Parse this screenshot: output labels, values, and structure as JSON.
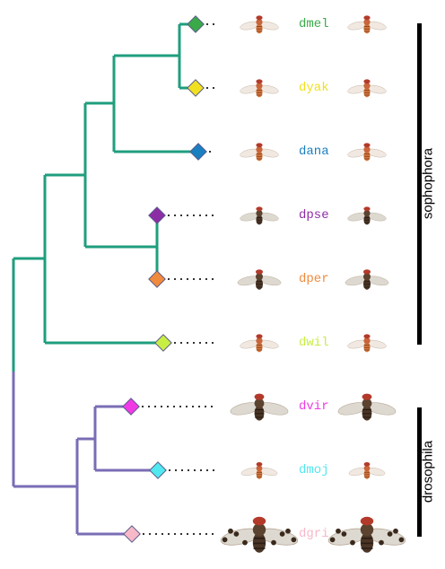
{
  "species": [
    {
      "code": "dmel",
      "color": "#3aaa48"
    },
    {
      "code": "dyak",
      "color": "#f0e020"
    },
    {
      "code": "dana",
      "color": "#1a7fc0"
    },
    {
      "code": "dpse",
      "color": "#8d2da6"
    },
    {
      "code": "dper",
      "color": "#f08a3c"
    },
    {
      "code": "dwil",
      "color": "#c8ee44"
    },
    {
      "code": "dvir",
      "color": "#f03ae6"
    },
    {
      "code": "dmoj",
      "color": "#52e8f0"
    },
    {
      "code": "dgri",
      "color": "#f7b8c8"
    }
  ],
  "clades": [
    {
      "label": "sophophora"
    },
    {
      "label": "drosophila"
    }
  ],
  "colors": {
    "sophophora_branch": "#1f9e7e",
    "drosophila_branch": "#7a6db5",
    "marker_stroke": "#5a5a8a"
  }
}
